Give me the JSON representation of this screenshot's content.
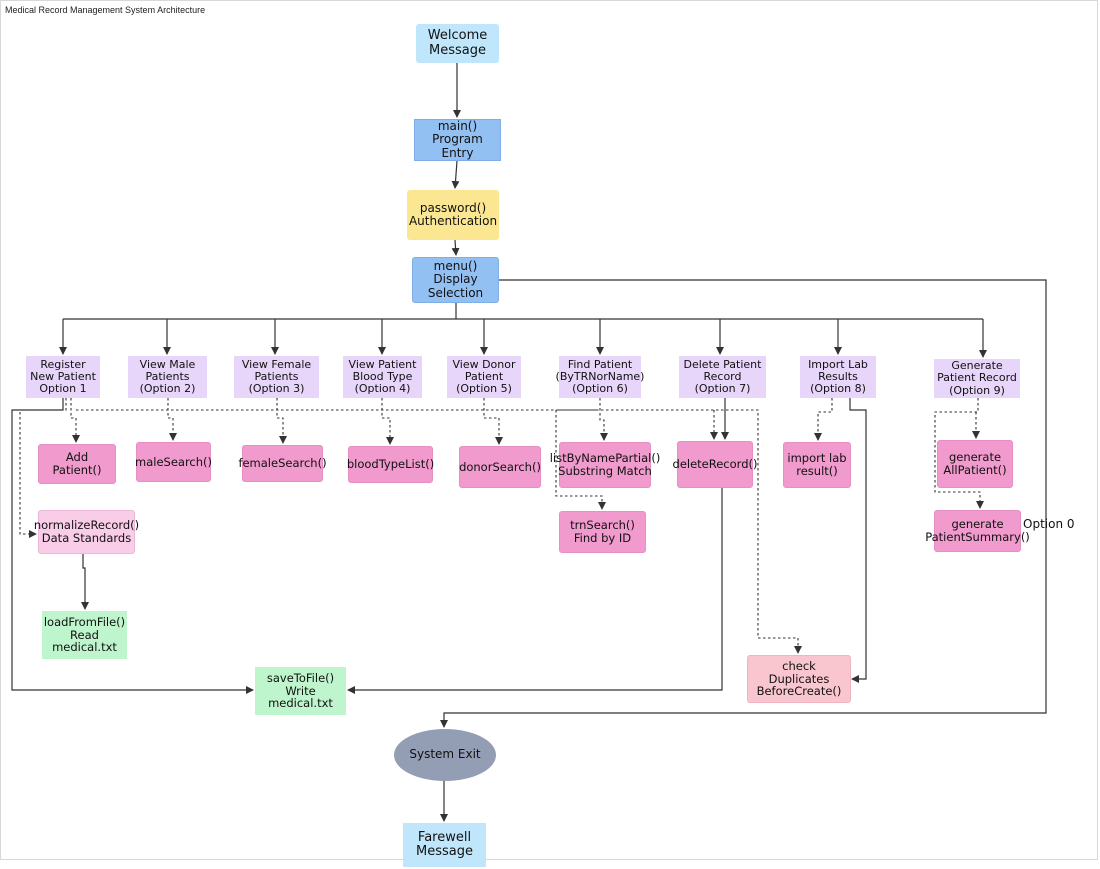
{
  "title": "Medical Record Management System Architecture",
  "nodes": {
    "welcome": "Welcome\nMessage",
    "main": "main()\nProgram\nEntry",
    "password": "password()\nAuthentication",
    "menu": "menu()\nDisplay\nSelection",
    "opt1": "Register\nNew Patient\nOption 1",
    "opt2": "View Male\nPatients\n(Option 2)",
    "opt3": "View Female\nPatients\n(Option 3)",
    "opt4": "View Patient\nBlood Type\n(Option 4)",
    "opt5": "View Donor\nPatient\n(Option 5)",
    "opt6": "Find Patient\n(ByTRNorName)\n(Option 6)",
    "opt7": "Delete Patient\nRecord\n(Option 7)",
    "opt8": "Import Lab\nResults\n(Option 8)",
    "opt9": "Generate\nPatient Record\n(Option 9)",
    "addPatient": "Add\nPatient()",
    "maleSearch": "maleSearch()",
    "femaleSearch": "femaleSearch()",
    "bloodTypeList": "bloodTypeList()",
    "donorSearch": "donorSearch()",
    "listByName": "listByNamePartial()\nSubstring Match",
    "trnSearch": "trnSearch()\nFind by ID",
    "deleteRecord": "deleteRecord()",
    "importLab": "import lab\nresult()",
    "genAll": "generate\nAllPatient()",
    "genSummary": "generate\nPatientSummary()",
    "normalize": "normalizeRecord()\nData Standards",
    "loadFromFile": "loadFromFile()\nRead\nmedical.txt",
    "saveToFile": "saveToFile()\nWrite\nmedical.txt",
    "checkDup": "check\nDuplicates\nBeforeCreate()",
    "exit": "System Exit",
    "farewell": "Farewell\nMessage"
  },
  "edge_labels": {
    "option0": "Option 0"
  },
  "colors": {
    "start_end": "#bfe6fb",
    "core": "#93c0f2",
    "auth": "#fbe792",
    "option": "#e8d5fa",
    "function": "#f09acd",
    "file_io": "#bff5cc",
    "exit": "#939eb4"
  }
}
